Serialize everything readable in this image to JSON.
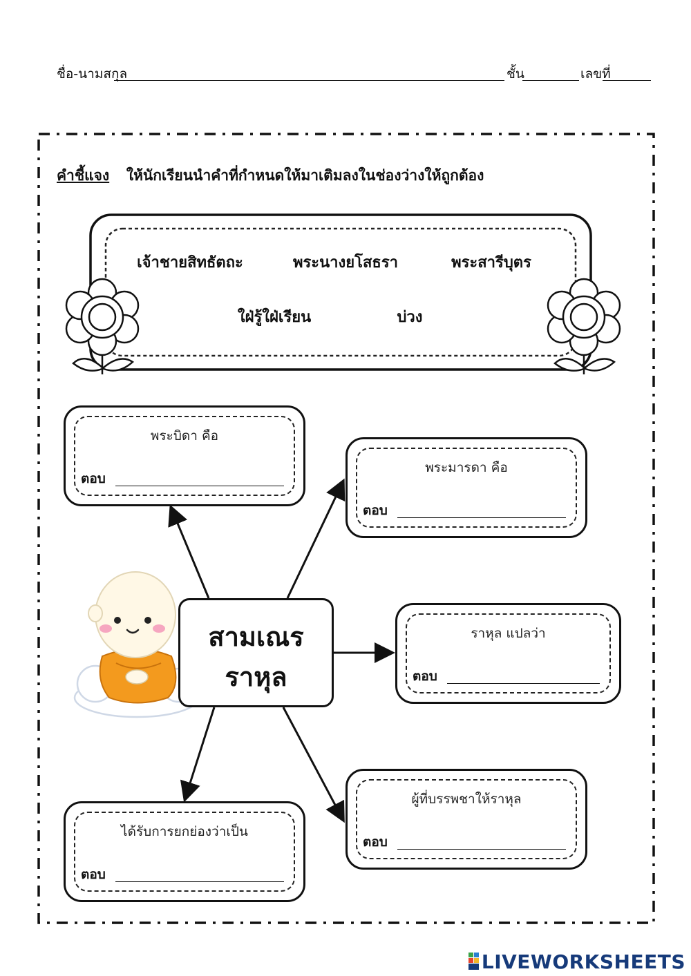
{
  "header": {
    "name_label": "ชื่อ-นามสกุล",
    "class_label": "ชั้น",
    "number_label": "เลขที่"
  },
  "instruction": {
    "label": "คำชี้แจง",
    "text": "ให้นักเรียนนำคำที่กำหนดให้มาเติมลงในช่องว่างให้ถูกต้อง"
  },
  "word_bank": {
    "row1": [
      "เจ้าชายสิทธัตถะ",
      "พระนางยโสธรา",
      "พระสารีบุตร"
    ],
    "row2": [
      "ใฝ่รู้ใฝ่เรียน",
      "บ่วง"
    ]
  },
  "center": {
    "line1": "สามเณร",
    "line2": "ราหุล"
  },
  "questions": [
    {
      "prompt": "พระบิดา คือ",
      "answer_label": "ตอบ"
    },
    {
      "prompt": "พระมารดา คือ",
      "answer_label": "ตอบ"
    },
    {
      "prompt": "ราหุล แปลว่า",
      "answer_label": "ตอบ"
    },
    {
      "prompt": "ได้รับการยกย่องว่าเป็น",
      "answer_label": "ตอบ"
    },
    {
      "prompt": "ผู้ที่บรรพชาให้ราหุล",
      "answer_label": "ตอบ"
    }
  ],
  "footer": {
    "brand": "LIVEWORKSHEETS"
  },
  "colors": {
    "robe": "#f39a1e",
    "cheek": "#f6a6c0",
    "brand": "#163a7a"
  }
}
